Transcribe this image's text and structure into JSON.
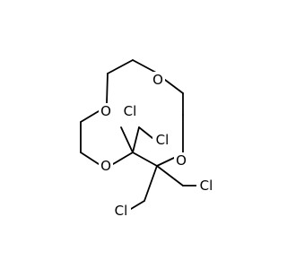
{
  "molecule": {
    "atoms": [
      {
        "id": "O1",
        "element": "O",
        "label": "O"
      },
      {
        "id": "O2",
        "element": "O",
        "label": "O"
      },
      {
        "id": "O3",
        "element": "O",
        "label": "O"
      },
      {
        "id": "O4",
        "element": "O",
        "label": "O"
      },
      {
        "id": "Cl1",
        "element": "Cl",
        "label": "Cl"
      },
      {
        "id": "Cl2",
        "element": "Cl",
        "label": "Cl"
      },
      {
        "id": "Cl3",
        "element": "Cl",
        "label": "Cl"
      },
      {
        "id": "Cl4",
        "element": "Cl",
        "label": "Cl"
      }
    ]
  }
}
